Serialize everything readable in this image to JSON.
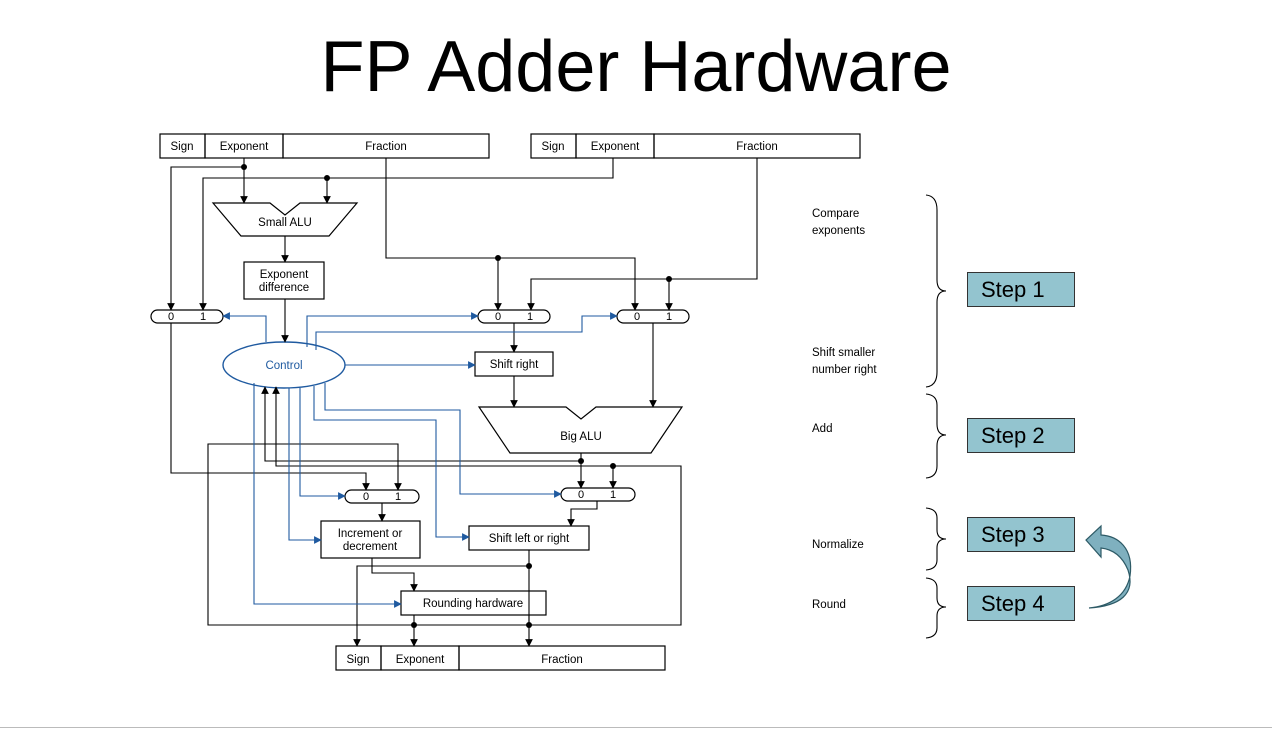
{
  "title": "FP Adder Hardware",
  "colors": {
    "control": "#1f5aa0",
    "step_fill": "#93c4cf",
    "arrow_fill": "#7fb0bf"
  },
  "fields_a": {
    "sign": "Sign",
    "exponent": "Exponent",
    "fraction": "Fraction"
  },
  "fields_b": {
    "sign": "Sign",
    "exponent": "Exponent",
    "fraction": "Fraction"
  },
  "fields_out": {
    "sign": "Sign",
    "exponent": "Exponent",
    "fraction": "Fraction"
  },
  "blocks": {
    "small_alu": "Small ALU",
    "exp_diff_1": "Exponent",
    "exp_diff_2": "difference",
    "control": "Control",
    "shift_right": "Shift right",
    "big_alu": "Big ALU",
    "inc_dec_1": "Increment or",
    "inc_dec_2": "decrement",
    "shift_lr": "Shift left or right",
    "rounding": "Rounding hardware"
  },
  "mux": {
    "zero": "0",
    "one": "1"
  },
  "stages": {
    "compare_1": "Compare",
    "compare_2": "exponents",
    "shift_1": "Shift smaller",
    "shift_2": "number right",
    "add": "Add",
    "normalize": "Normalize",
    "round": "Round"
  },
  "steps": [
    "Step 1",
    "Step 2",
    "Step 3",
    "Step 4"
  ]
}
